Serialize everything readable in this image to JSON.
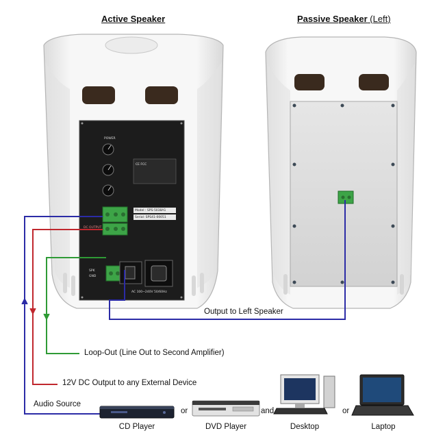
{
  "headings": {
    "active": "Active Speaker",
    "passive_bold": "Passive Speaker",
    "passive_suffix": "(Left)"
  },
  "connections": {
    "output_left": "Output to Left Speaker",
    "loop_out": "Loop-Out (Line Out to Second Amplifier)",
    "dc_out": "12V DC Output to any External Device",
    "audio_source": "Audio Source"
  },
  "devices": {
    "cd": "CD Player",
    "dvd": "DVD Player",
    "desktop": "Desktop",
    "laptop": "Laptop"
  },
  "connectors": {
    "or1": "or",
    "and": "and",
    "or2": "or"
  },
  "panel": {
    "power": "POWER",
    "model": "Model : SPS-5038A1",
    "serial": "Serial: SPS41-00051",
    "ac": "AC 100~240V 50/60Hz",
    "dc_output": "DC OUTPUT",
    "spk": "SPK",
    "gnd": "GND",
    "ce": "CE FCC"
  },
  "colors": {
    "audio_wire": "#2b2ba6",
    "dc_wire": "#c0272d",
    "loop_wire": "#2e9a35",
    "speaker_body": "#f2f2f2",
    "panel": "#1a1a1a"
  },
  "icons": [
    "speaker-active",
    "speaker-passive",
    "cd-player",
    "dvd-player",
    "desktop-computer",
    "laptop-computer"
  ]
}
